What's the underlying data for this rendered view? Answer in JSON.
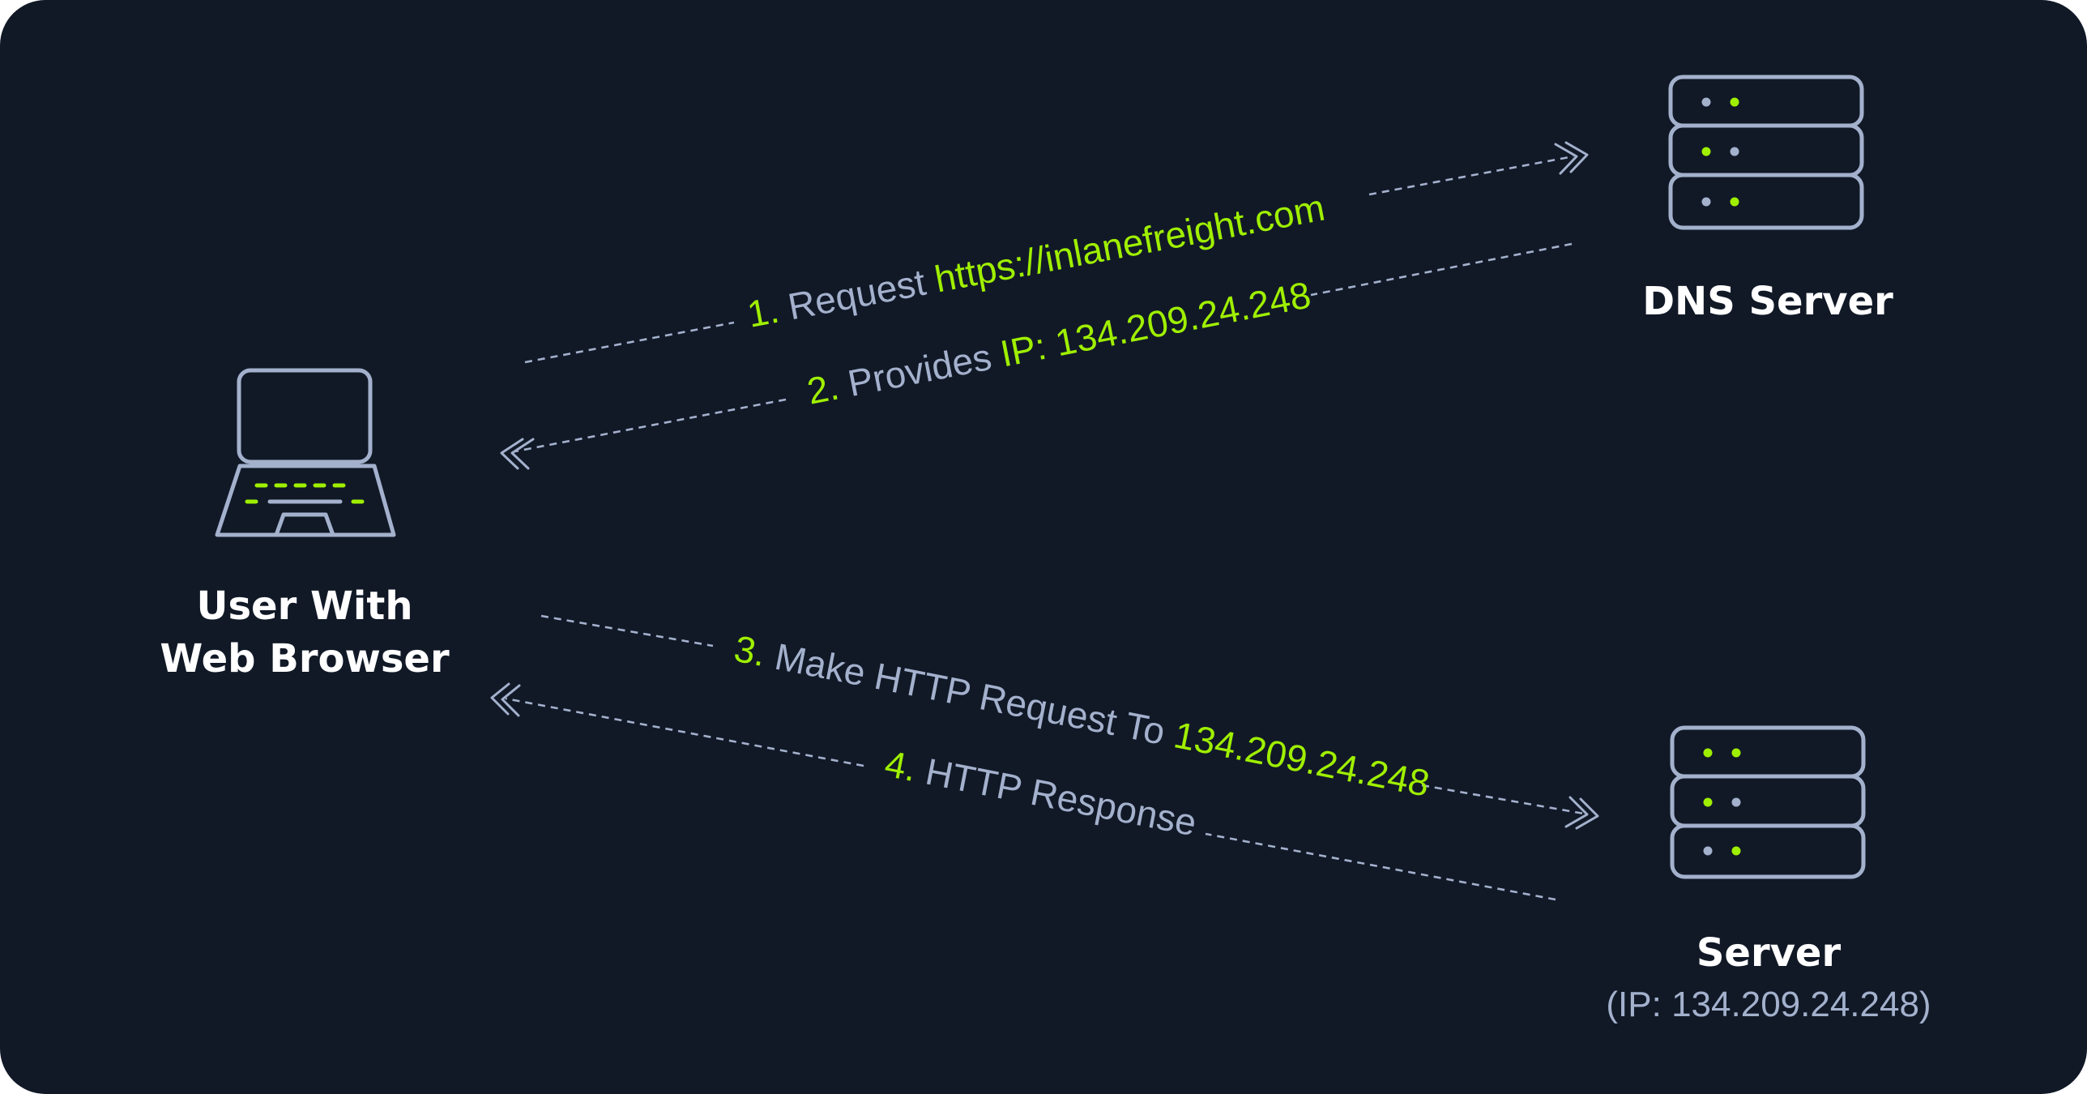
{
  "nodes": {
    "client": {
      "label_line1": "User With",
      "label_line2": "Web Browser",
      "icon": "laptop-icon"
    },
    "dns_server": {
      "label": "DNS Server",
      "icon": "server-stack-icon"
    },
    "web_server": {
      "label": "Server",
      "sublabel": "(IP: 134.209.24.248)",
      "icon": "server-stack-icon"
    }
  },
  "steps": [
    {
      "number": "1.",
      "text": "Request",
      "highlight": "https://inlanefreight.com",
      "direction": "client-to-dns"
    },
    {
      "number": "2.",
      "text": "Provides",
      "highlight": "IP: 134.209.24.248",
      "direction": "dns-to-client"
    },
    {
      "number": "3.",
      "text": "Make HTTP Request To",
      "highlight": "134.209.24.248",
      "direction": "client-to-server"
    },
    {
      "number": "4.",
      "text": "HTTP Response",
      "highlight": "",
      "direction": "server-to-client"
    }
  ],
  "colors": {
    "background": "#111927",
    "accent": "#9fef00",
    "muted": "#a4b1cd",
    "label": "#ffffff"
  }
}
